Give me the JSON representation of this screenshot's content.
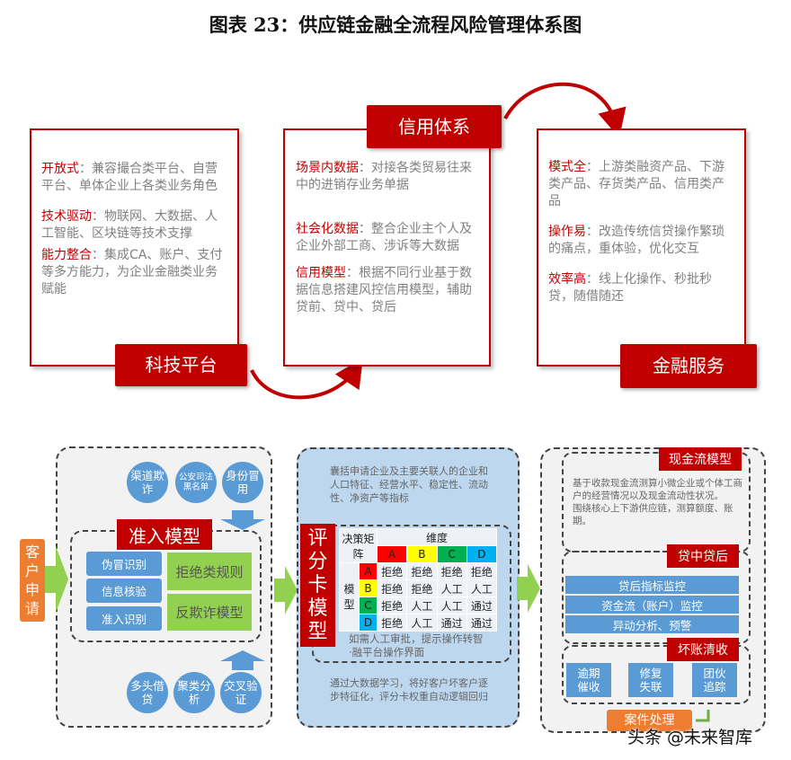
{
  "title": "图表 23：供应链金融全流程风险管理体系图",
  "top": {
    "tech": {
      "label": "科技平台",
      "items": [
        {
          "key": "开放式",
          "text": "：兼容撮合类平台、自营平台、单体企业上各类业务角色"
        },
        {
          "key": "技术驱动",
          "text": "：物联网、大数据、人工智能、区块链等技术支撑"
        },
        {
          "key": "能力整合",
          "text": "：集成CA、账户、支付等多方能力，为企业金融类业务赋能"
        }
      ]
    },
    "credit": {
      "label": "信用体系",
      "items": [
        {
          "key": "场景内数据",
          "text": "：对接各类贸易往来中的进销存业务单据"
        },
        {
          "key": "社会化数据",
          "text": "：整合企业主个人及企业外部工商、涉诉等大数据"
        },
        {
          "key": "信用模型",
          "text": "：根据不同行业基于数据信息搭建风控信用模型，辅助贷前、贷中、贷后"
        }
      ]
    },
    "finance": {
      "label": "金融服务",
      "items": [
        {
          "key": "模式全",
          "text": "：上游类融资产品、下游类产品、存货类产品、信用类产品"
        },
        {
          "key": "操作易",
          "text": "：改造传统信贷操作繁琐的痛点，重体验，优化交互"
        },
        {
          "key": "效率高",
          "text": "：线上化操作、秒批秒贷，随借随还"
        }
      ]
    }
  },
  "left": {
    "apply": "客户申请",
    "top_circles": [
      "渠道欺诈",
      "公安司法黑名单",
      "身份冒用"
    ],
    "bottom_circles": [
      "多头借贷",
      "聚类分析",
      "交叉验证"
    ],
    "model_label": "准入模型",
    "checks": [
      "伪冒识别",
      "信息核验",
      "准入识别"
    ],
    "rules": [
      "拒绝类规则",
      "反欺诈模型"
    ]
  },
  "middle": {
    "intro": "囊括申请企业及主要关联人的企业和人口特征、经营水平、稳定性、流动性、净资产等指标",
    "label": "评分卡模型",
    "matrix": {
      "corner": "决策矩阵",
      "dim": "维度",
      "row_header": "模型",
      "cols": [
        "A",
        "B",
        "C",
        "D"
      ],
      "rows": [
        {
          "name": "A",
          "cells": [
            "拒绝",
            "拒绝",
            "拒绝",
            "拒绝"
          ]
        },
        {
          "name": "B",
          "cells": [
            "拒绝",
            "拒绝",
            "人工",
            "人工"
          ]
        },
        {
          "name": "C",
          "cells": [
            "拒绝",
            "人工",
            "人工",
            "通过"
          ]
        },
        {
          "name": "D",
          "cells": [
            "拒绝",
            "人工",
            "通过",
            "通过"
          ]
        }
      ],
      "colors": {
        "A": "#ff0000",
        "B": "#ffff00",
        "C": "#00b050",
        "D": "#00b0f0"
      }
    },
    "note": "如需人工审批，提示操作转智·融平台操作界面",
    "outro": "通过大数据学习，将好客户坏客户逐步特征化，评分卡权重自动逻辑回归"
  },
  "right": {
    "cash": {
      "label": "现金流模型",
      "text1": "基于收款现金流测算小微企业或个体工商户的经营情况以及现金流动性状况。",
      "text2": "围绕核心上下游供应链，测算额度、账期。"
    },
    "during": {
      "label": "贷中贷后",
      "bars": [
        "贷后指标监控",
        "资金流（账户）监控",
        "异动分析、预警"
      ]
    },
    "bad": {
      "label": "坏账清收",
      "boxes": [
        "逾期催收",
        "修复失联",
        "团伙追踪"
      ]
    },
    "case": "案件处理"
  },
  "watermark": "头条 @未来智库",
  "colors": {
    "red": "#c00000",
    "blue": "#5b9bd5",
    "green": "#92d050",
    "orange": "#ed7d31",
    "lightblue": "#bdd7ee"
  }
}
